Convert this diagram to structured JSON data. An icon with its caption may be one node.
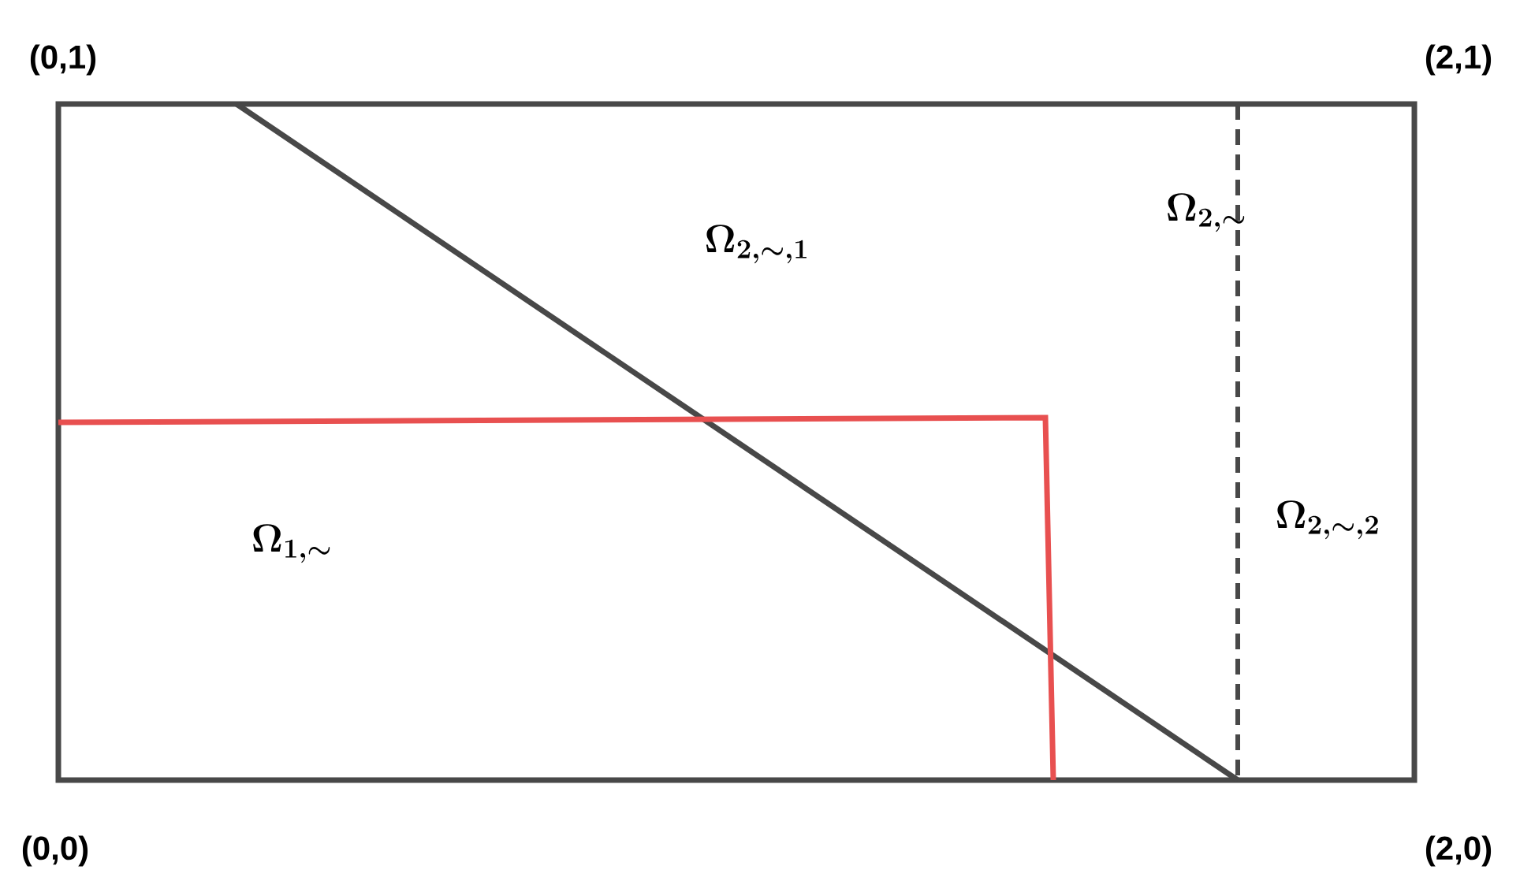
{
  "diagram": {
    "labels": [
      "(0,1)",
      "(2,1)",
      "\\Omega_{2,\\sim,1}",
      "\\Omega_{2,\\sim}",
      "\\Omega_{2,\\sim,2}",
      "\\Omega_{1,\\sim}",
      "(0,0)",
      "(2,0)"
    ]
  }
}
